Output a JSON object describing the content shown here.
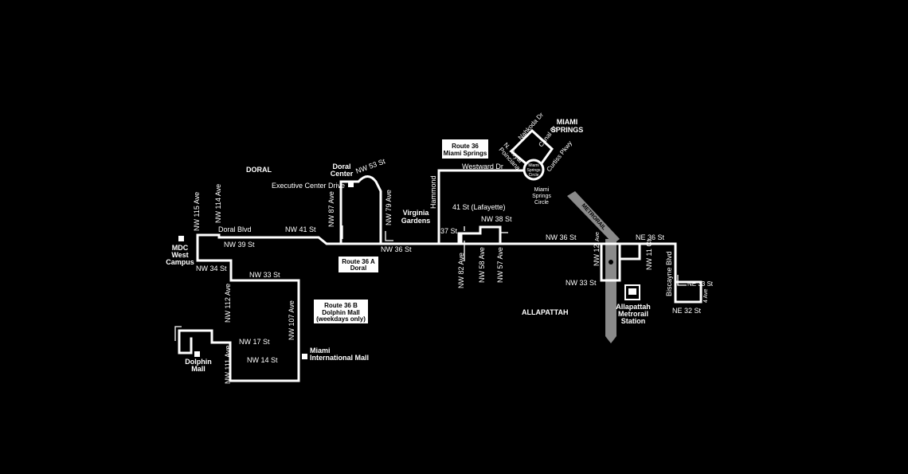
{
  "areas": {
    "doral": "DORAL",
    "miami_springs_1": "MIAMI",
    "miami_springs_2": "SPRINGS",
    "allapattah": "ALLAPATTAH",
    "virginia_gardens_1": "Virginia",
    "virginia_gardens_2": "Gardens"
  },
  "route_boxes": {
    "r36_ms_1": "Route 36",
    "r36_ms_2": "Miami Springs",
    "r36a_1": "Route 36 A",
    "r36a_2": "Doral",
    "r36b_1": "Route 36 B",
    "r36b_2": "Dolphin Mall",
    "r36b_3": "(weekdays only)"
  },
  "landmarks": {
    "mdc_1": "MDC",
    "mdc_2": "West",
    "mdc_3": "Campus",
    "doral_center_1": "Doral",
    "doral_center_2": "Center",
    "executive_center": "Executive Center Drive",
    "dolphin_mall_1": "Dolphin",
    "dolphin_mall_2": "Mall",
    "mim_1": "Miami",
    "mim_2": "International Mall",
    "allapattah_station_1": "Allapattah",
    "allapattah_station_2": "Metrorail",
    "allapattah_station_3": "Station",
    "springs_circle_inner_1": "Miami",
    "springs_circle_inner_2": "Springs",
    "springs_circle_inner_3": "Circle",
    "springs_circle_1": "Miami",
    "springs_circle_2": "Springs",
    "springs_circle_3": "Circle",
    "metrorail": "METRORAIL"
  },
  "streets": {
    "nw115": "NW 115 Ave",
    "nw114": "NW 114 Ave",
    "doral_blvd": "Doral Blvd",
    "nw41": "NW 41 St",
    "nw39": "NW 39 St",
    "nw34": "NW 34 St",
    "nw33": "NW 33 St",
    "nw112": "NW 112 Ave",
    "nw107": "NW 107 Ave",
    "nw17": "NW 17 St",
    "nw14": "NW 14 St",
    "nw111": "NW 111 Ave",
    "nw87": "NW 87 Ave",
    "nw53": "NW 53 St",
    "nw79": "NW 79 Ave",
    "nw36_west": "NW 36 St",
    "hammond": "Hammond",
    "westward": "Westward Dr",
    "lafayette": "41 St (Lafayette)",
    "nw38": "NW 38 St",
    "st37": "37 St",
    "nw82": "NW 82 Ave",
    "nw58": "NW 58 Ave",
    "nw57": "NW 57 Ave",
    "nw36_east": "NW 36 St",
    "nw12": "NW 12",
    "ave": "Ave",
    "ne36": "NE 36 St",
    "nw11ct": "NW 11 Ct",
    "biscayne": "Biscayne Blvd",
    "ne33": "NE 33 St",
    "ave4": "4 Ave",
    "ne32": "NE 32 St",
    "nw33_east": "NW 33 St",
    "nahkoda": "Nahkoda Dr",
    "canal": "Canal St",
    "curtiss": "Curtiss Pkwy",
    "n_royal_1": "N. Royal",
    "n_royal_2": "Poinciana"
  },
  "colors": {
    "background": "#000000",
    "route": "#ffffff",
    "metrorail": "#808080"
  }
}
